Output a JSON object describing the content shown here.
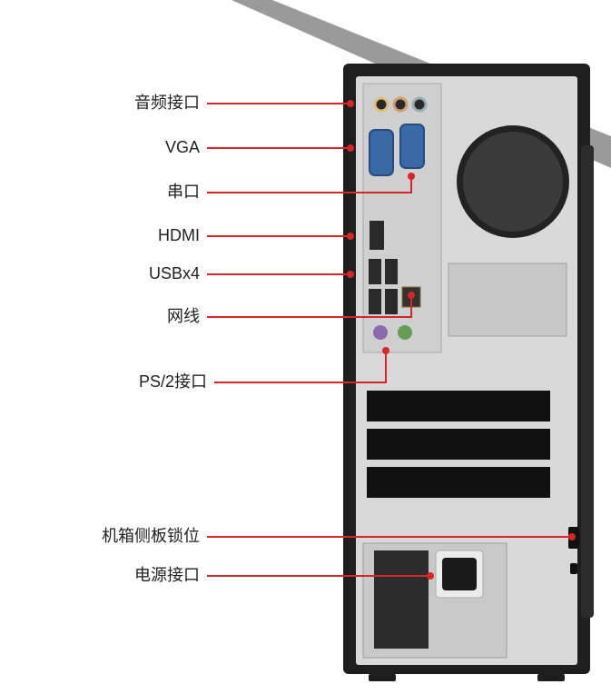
{
  "callouts": [
    {
      "id": "audio",
      "label": "音频接口"
    },
    {
      "id": "vga",
      "label": "VGA"
    },
    {
      "id": "serial",
      "label": "串口"
    },
    {
      "id": "hdmi",
      "label": "HDMI"
    },
    {
      "id": "usb",
      "label": "USBx4"
    },
    {
      "id": "lan",
      "label": "网线"
    },
    {
      "id": "ps2",
      "label": "PS/2接口"
    },
    {
      "id": "lock",
      "label": "机箱侧板锁位"
    },
    {
      "id": "power",
      "label": "电源接口"
    }
  ],
  "colors": {
    "accent": "#d6262a",
    "chassis": "#1e1e1e",
    "panel": "#d9d9d9"
  }
}
